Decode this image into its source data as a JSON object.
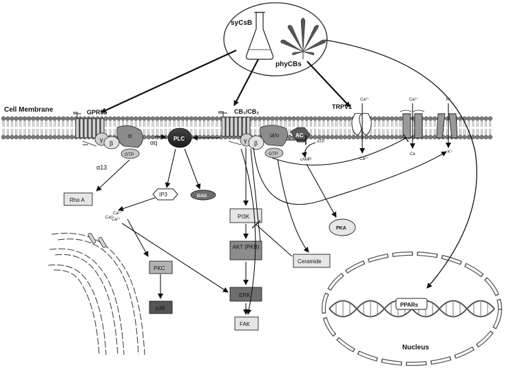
{
  "sources": {
    "synthetic": "syCsB",
    "phyto": "phyCBs"
  },
  "membrane_label": "Cell Membrane",
  "receptors": {
    "gpr55": "GPR55",
    "cb": "CB₁/CB₂",
    "trpv1": "TRPV1"
  },
  "g_protein": {
    "gamma": "γ",
    "beta": "β",
    "alpha": "α",
    "gtp": "GTP",
    "alpha_q": "αq",
    "alpha_13": "α13",
    "alpha_io": "αi/o"
  },
  "nodes": {
    "plc": "PLC",
    "ac": "AC",
    "ip3": "IP3",
    "dag": "DAG",
    "rhoa": "Rho A",
    "pi3k": "PI3K",
    "akt": "AKT (PKB)",
    "erk": "ERK",
    "fak": "FAK",
    "pkc": "PKC",
    "p38": "p38",
    "ceramide": "Ceramide",
    "pka": "PKA",
    "ppars": "PPARs",
    "nucleus": "Nucleus"
  },
  "ions": {
    "ca_top": "Ca²⁺",
    "ca_bottom": "Ca²⁺",
    "ca_channel_top": "Ca²⁺",
    "ca_channel_bottom": "Ca",
    "k_top": "K⁺",
    "k_bottom": "K⁺",
    "atp": "ATP",
    "camp": "cAMP",
    "ca_er_1": "Ca²⁺",
    "ca_er_2": "Ca²⁺",
    "ca_er_3": "Ca²⁺"
  },
  "colors": {
    "membrane": "#7a7a7a",
    "receptor_fill": "#d4d4d4",
    "plc_fill": "#2e2e2e",
    "ac_fill": "#5a5a5a",
    "box_light": "#e6e6e6",
    "box_mid": "#b3b3b3",
    "box_dark": "#6e6e6e",
    "box_darker": "#555555"
  }
}
